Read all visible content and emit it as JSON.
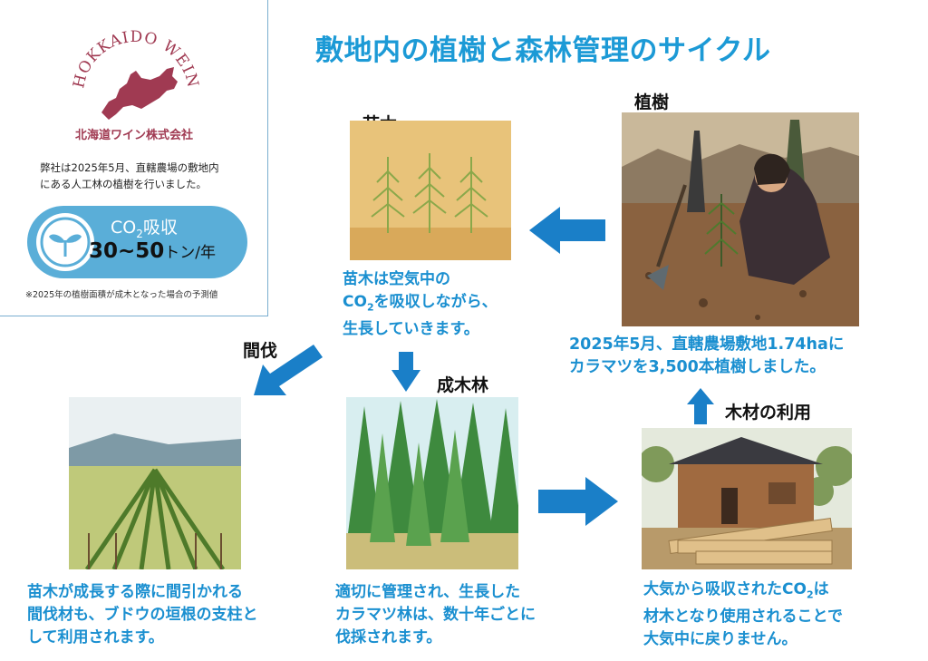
{
  "company": {
    "logo_text": "HOKKAIDO WEIN",
    "name": "北海道ワイン株式会社",
    "intro": [
      "弊社は2025年5月、直轄農場の敷地内",
      "にある人工林の植樹を行いました。"
    ],
    "co2_title_prefix": "CO",
    "co2_title_sub": "2",
    "co2_title_suffix": "吸収",
    "co2_value": "30~50",
    "co2_unit": "トン/年",
    "footnote": "※2025年の植樹面積が成木となった場合の予測値"
  },
  "title": "敷地内の植樹と森林管理のサイクル",
  "stages": {
    "planting": {
      "label": "植樹",
      "caption": [
        "2025年5月、直轄農場敷地1.74haに",
        "カラマツを3,500本植樹しました。"
      ]
    },
    "seedling": {
      "label": "苗木",
      "caption": [
        "苗木は空気中の",
        "を吸収しながら、",
        "生長していきます。"
      ],
      "co2_prefix": "CO",
      "co2_sub": "2"
    },
    "thinning": {
      "label": "間伐",
      "caption": [
        "苗木が成長する際に間引かれる",
        "間伐材も、ブドウの垣根の支柱と",
        "して利用されます。"
      ]
    },
    "forest": {
      "label": "成木林",
      "caption": [
        "適切に管理され、生長した",
        "カラマツ林は、数十年ごとに",
        "伐採されます。"
      ]
    },
    "timber": {
      "label": "木材の利用",
      "caption": [
        "大気から吸収された",
        "は",
        "材木となり使用されることで",
        "大気中に戻りません。"
      ],
      "co2_prefix": "CO",
      "co2_sub": "2"
    }
  },
  "colors": {
    "accent": "#1c9ad6",
    "arrow": "#1a7fc8",
    "pill": "#5aaed8",
    "brand": "#a03a52"
  }
}
